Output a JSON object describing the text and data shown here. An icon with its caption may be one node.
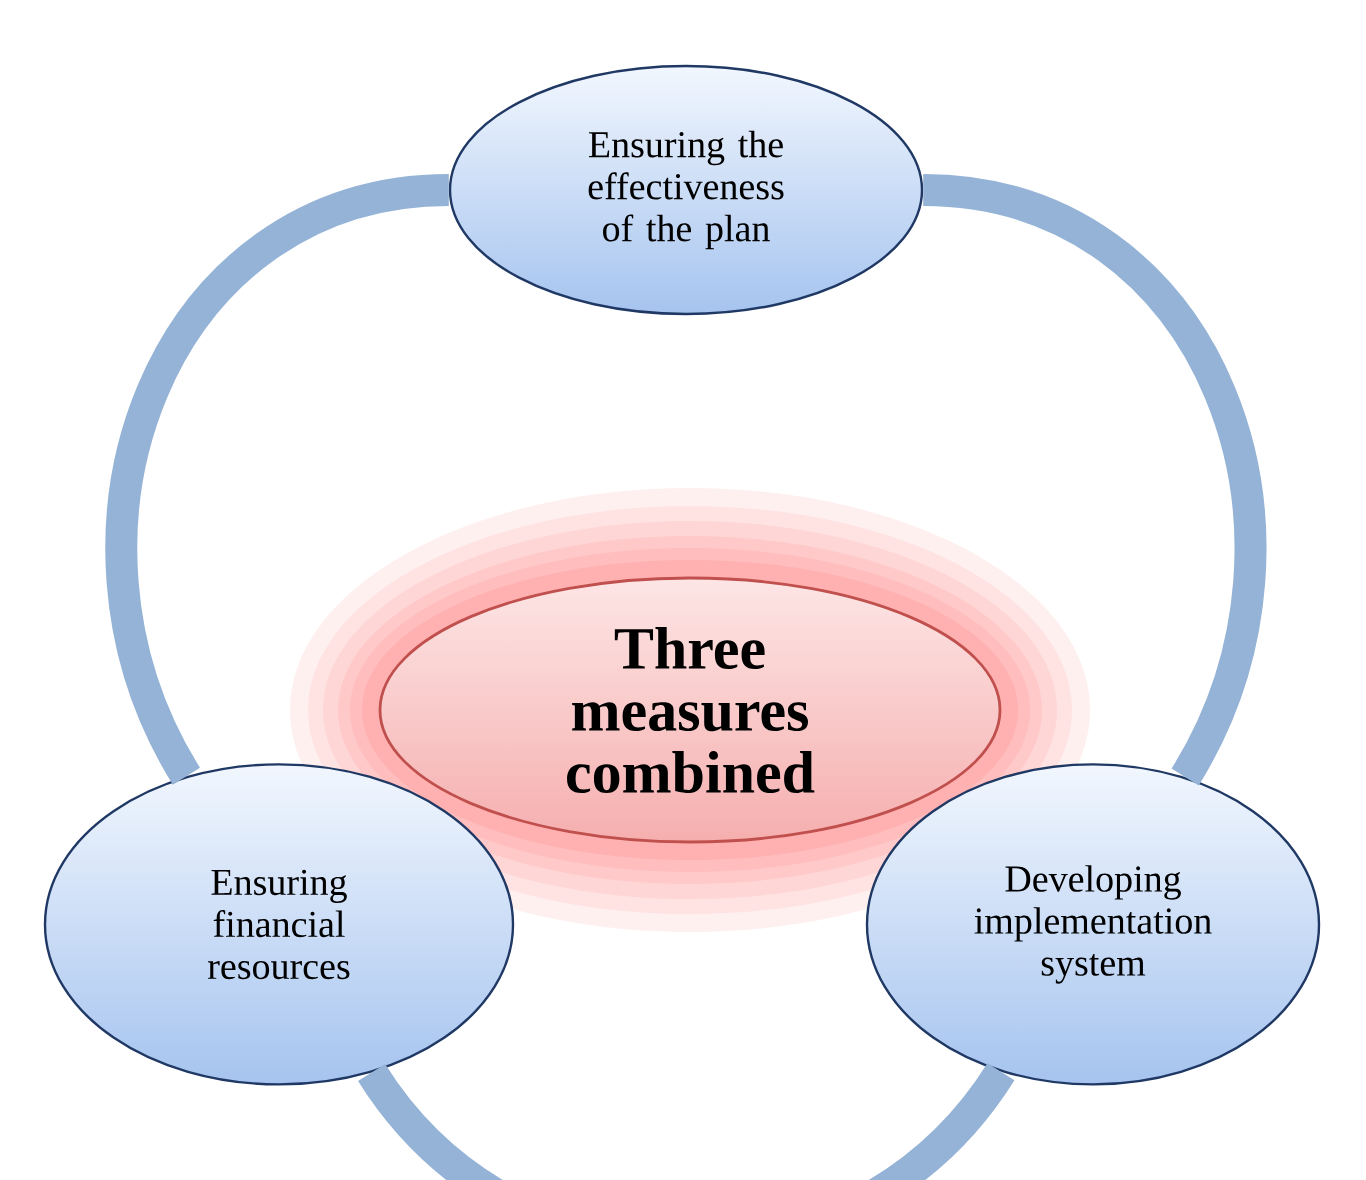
{
  "diagram": {
    "nodes": [
      {
        "text": [
          "Ensuring the effectiveness of the plan"
        ]
      },
      {
        "text": [
          "Three measures combined"
        ]
      },
      {
        "text": [
          "Ensuring financial resources"
        ]
      },
      {
        "text": [
          "Developing implementation system"
        ]
      }
    ],
    "edges": [
      {
        "from": 0,
        "to": 3,
        "arrow": "none"
      },
      {
        "from": 3,
        "to": 2,
        "arrow": "none"
      },
      {
        "from": 2,
        "to": 0,
        "arrow": "none"
      }
    ]
  }
}
